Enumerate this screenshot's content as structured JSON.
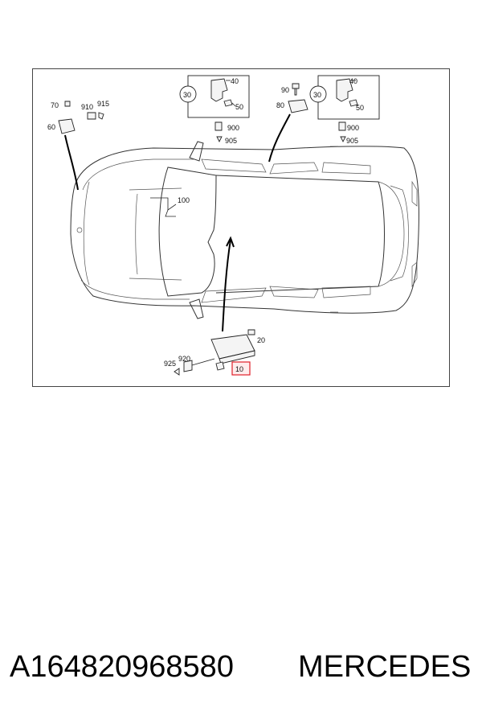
{
  "diagram": {
    "callouts": {
      "c70": "70",
      "c910": "910",
      "c915": "915",
      "c60": "60",
      "c30a": "30",
      "c40a": "40",
      "c50a": "50",
      "c900a": "900",
      "c905a": "905",
      "c90": "90",
      "c80": "80",
      "c30b": "30",
      "c40b": "40",
      "c50b": "50",
      "c900b": "900",
      "c905b": "905",
      "c100": "100",
      "c20": "20",
      "c920": "920",
      "c925": "925",
      "c10": "10"
    },
    "highlight_color": "#e0202a"
  },
  "footer": {
    "part_number": "A164820968580",
    "brand": "MERCEDES"
  }
}
